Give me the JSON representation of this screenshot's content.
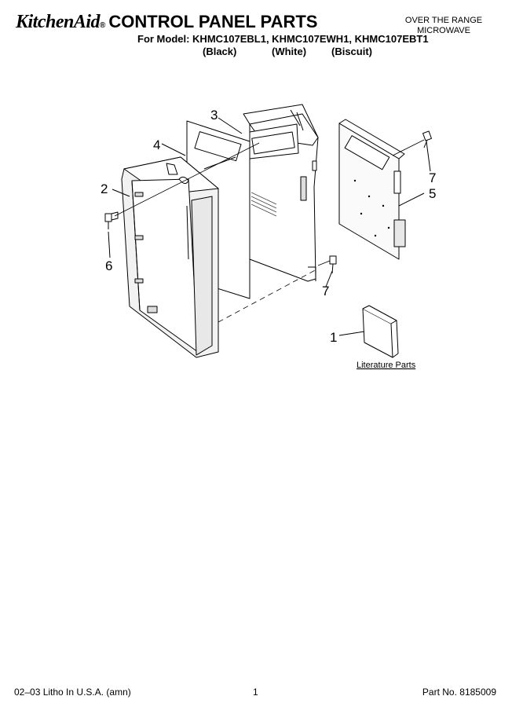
{
  "header": {
    "brand": "KitchenAid",
    "registered_mark": "®",
    "title": "CONTROL PANEL PARTS",
    "model_line": "For Model: KHMC107EBL1, KHMC107EWH1, KHMC107EBT1",
    "variants": [
      "(Black)",
      "(White)",
      "(Biscuit)"
    ],
    "appliance_type": [
      "OVER THE RANGE",
      "MICROWAVE"
    ]
  },
  "diagram": {
    "callouts": [
      "1",
      "2",
      "3",
      "4",
      "5",
      "6",
      "7",
      "7"
    ],
    "literature_label": "Literature Parts"
  },
  "footer": {
    "litho": "02–03 Litho In U.S.A. (amn)",
    "page_number": "1",
    "part_number": "Part No. 8185009"
  }
}
